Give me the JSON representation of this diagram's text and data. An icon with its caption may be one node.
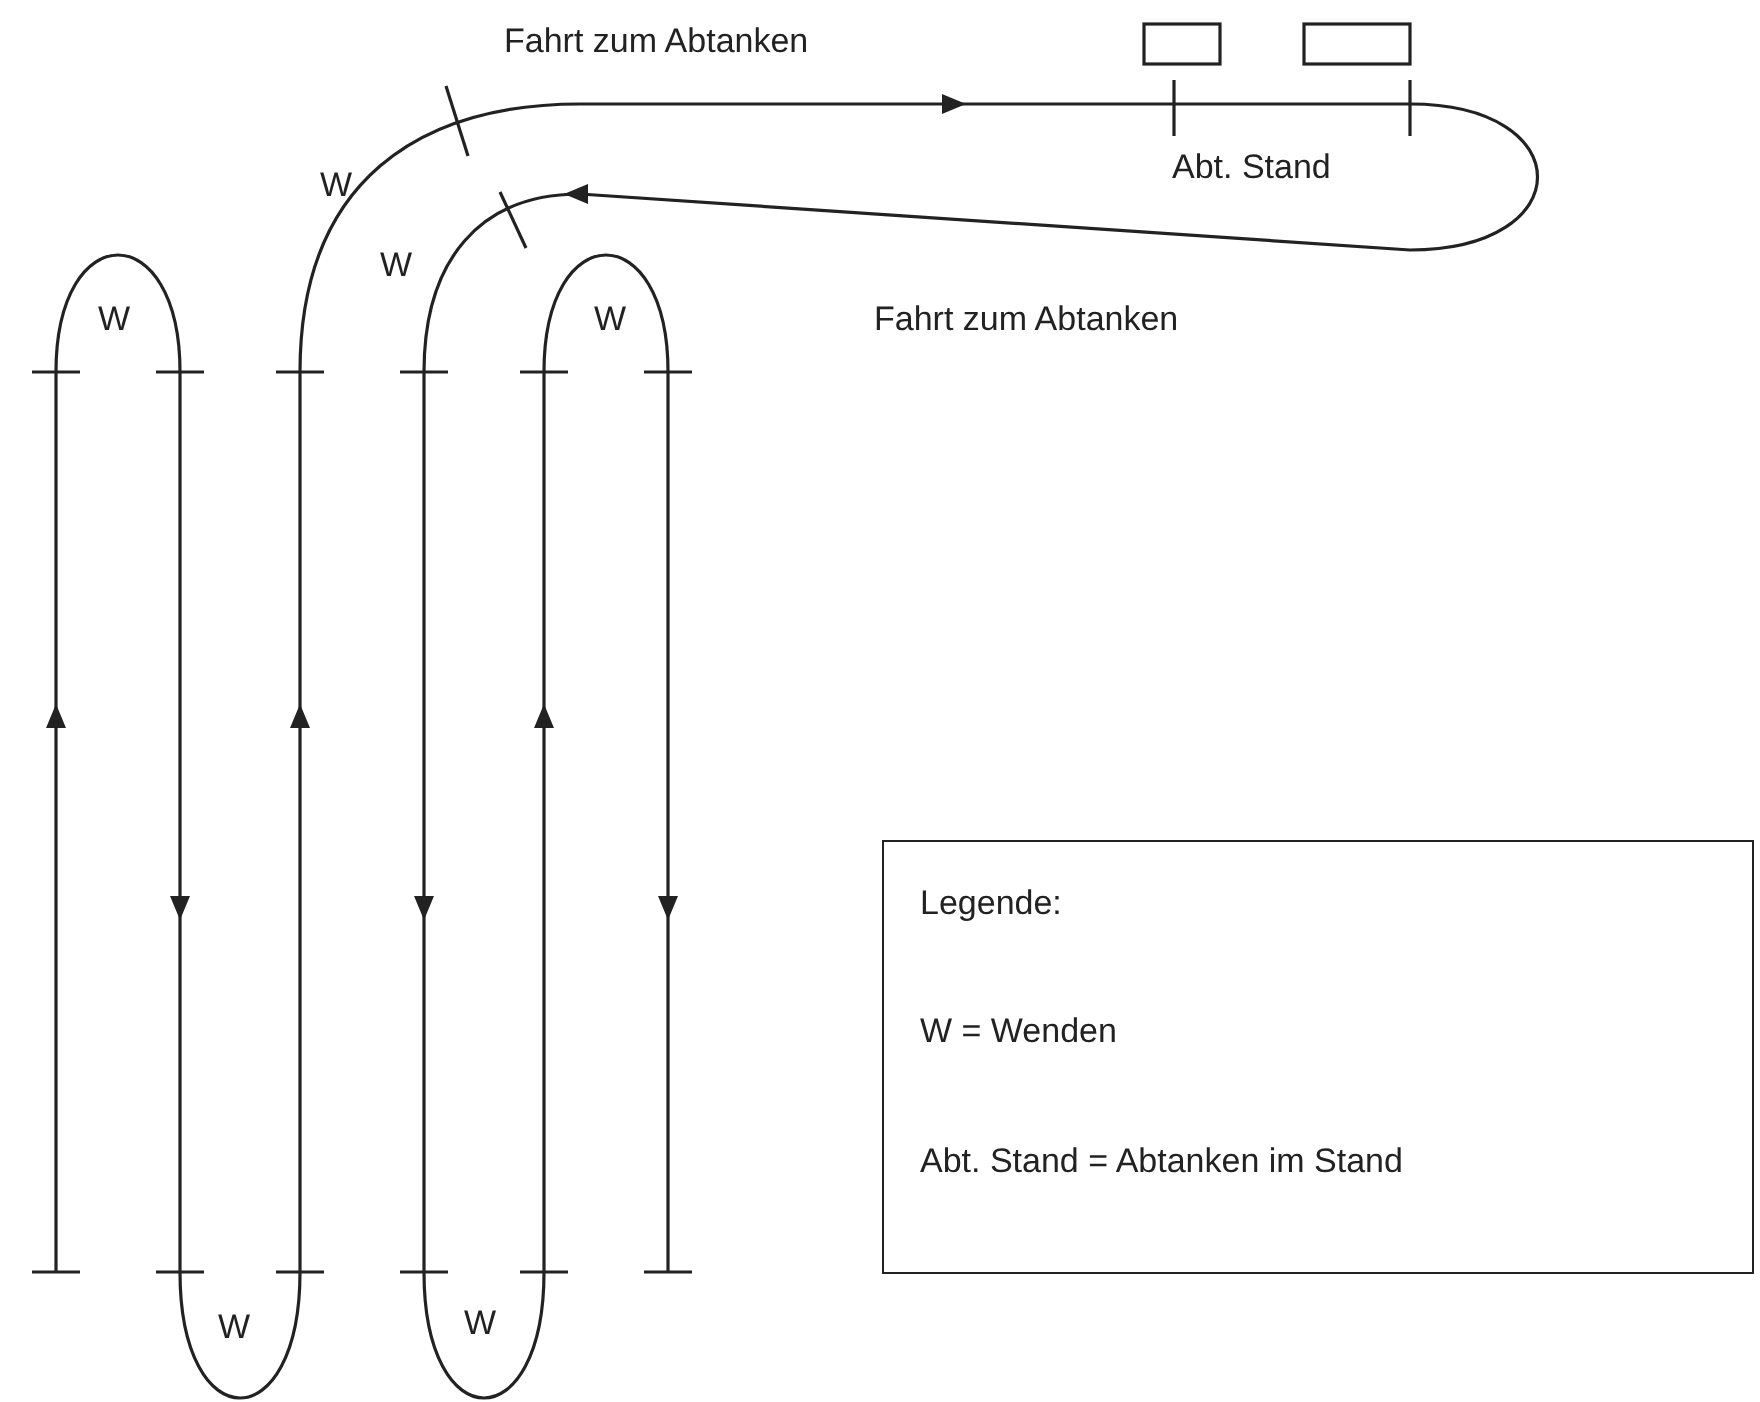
{
  "diagram": {
    "nodes": [
      {
        "text": [
          "Legende:",
          "W = Wenden",
          "Abt. Stand = Abtanken im Stand"
        ]
      }
    ],
    "labels": [
      "Fahrt zum Abtanken",
      "Abt. Stand",
      "W",
      "W",
      "W",
      "W",
      "Fahrt zum Abtanken",
      "W",
      "W"
    ]
  }
}
